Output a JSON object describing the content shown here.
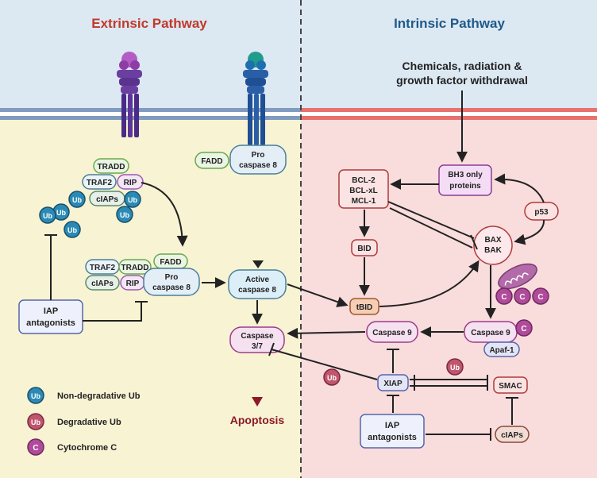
{
  "headers": {
    "extrinsic": "Extrinsic Pathway",
    "intrinsic": "Intrinsic Pathway"
  },
  "colors": {
    "extrinsic_title": "#c0392b",
    "intrinsic_title": "#1f5a8a",
    "left_bg": "#f8f3d3",
    "right_bg": "#f9dcdc",
    "top_bg": "#dce8f2",
    "membrane_left": "#7f9bbf",
    "membrane_right": "#e8706e",
    "ub_nondeg": "#2b8ab5",
    "ub_deg": "#c0566e",
    "cytc": "#b04a9a",
    "apoptosis": "#8b1a2a"
  },
  "nodes": {
    "tradd_1": "TRADD",
    "traf2_1": "TRAF2",
    "rip_1": "RIP",
    "ciaps_1": "cIAPs",
    "fadd_top": "FADD",
    "procasp8_top_a": "Pro",
    "procasp8_top_b": "caspase 8",
    "traf2_2": "TRAF2",
    "tradd_2": "TRADD",
    "fadd_2": "FADD",
    "ciaps_2": "cIAPs",
    "rip_2": "RIP",
    "procasp8_mid_a": "Pro",
    "procasp8_mid_b": "caspase 8",
    "active_casp8_a": "Active",
    "active_casp8_b": "caspase 8",
    "iap_ant_left_a": "IAP",
    "iap_ant_left_b": "antagonists",
    "casp37_a": "Caspase",
    "casp37_b": "3/7",
    "apoptosis": "Apoptosis",
    "stimulus_a": "Chemicals, radiation &",
    "stimulus_b": "growth factor withdrawal",
    "bh3_a": "BH3 only",
    "bh3_b": "proteins",
    "bcl_a": "BCL-2",
    "bcl_b": "BCL-xL",
    "bcl_c": "MCL-1",
    "p53": "p53",
    "bax": "BAX",
    "bak": "BAK",
    "bid": "BID",
    "tbid": "tBID",
    "casp9_center": "Caspase 9",
    "casp9_right": "Caspase 9",
    "apaf1": "Apaf-1",
    "xiap": "XIAP",
    "smac": "SMAC",
    "ciaps_right": "cIAPs",
    "iap_ant_right_a": "IAP",
    "iap_ant_right_b": "antagonists"
  },
  "markers": {
    "ub": "Ub",
    "c": "C"
  },
  "legend": {
    "nondeg": "Non-degradative Ub",
    "deg": "Degradative Ub",
    "cytc": "Cytochrome C"
  }
}
